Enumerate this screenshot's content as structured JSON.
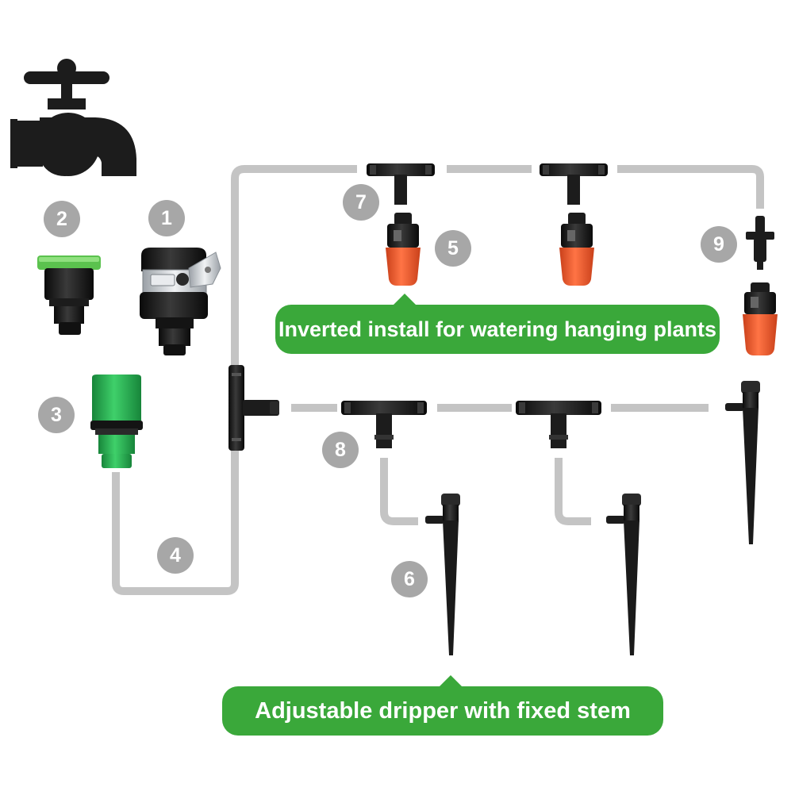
{
  "colors": {
    "tube": "#c4c4c4",
    "badge": "#a7a7a7",
    "part_black": "#1c1c1c",
    "green": "#2fb042",
    "light_green": "#5bc24e",
    "orange": "#ef5a2a",
    "silver": "#cfd2d6",
    "callout": "#3aa83a"
  },
  "badges": [
    {
      "id": "1",
      "label": "1"
    },
    {
      "id": "2",
      "label": "2"
    },
    {
      "id": "3",
      "label": "3"
    },
    {
      "id": "4",
      "label": "4"
    },
    {
      "id": "5",
      "label": "5"
    },
    {
      "id": "6",
      "label": "6"
    },
    {
      "id": "7",
      "label": "7"
    },
    {
      "id": "8",
      "label": "8"
    },
    {
      "id": "9",
      "label": "9"
    }
  ],
  "callouts": {
    "inverted": "Inverted install for watering hanging plants",
    "dripper": "Adjustable dripper with fixed stem"
  },
  "icons": [
    "faucet-icon",
    "tap-adapter-icon",
    "hose-connector-icon",
    "tee-connector-icon",
    "dripper-stake-icon",
    "adjustable-dripper-icon",
    "barbed-coupler-icon"
  ]
}
